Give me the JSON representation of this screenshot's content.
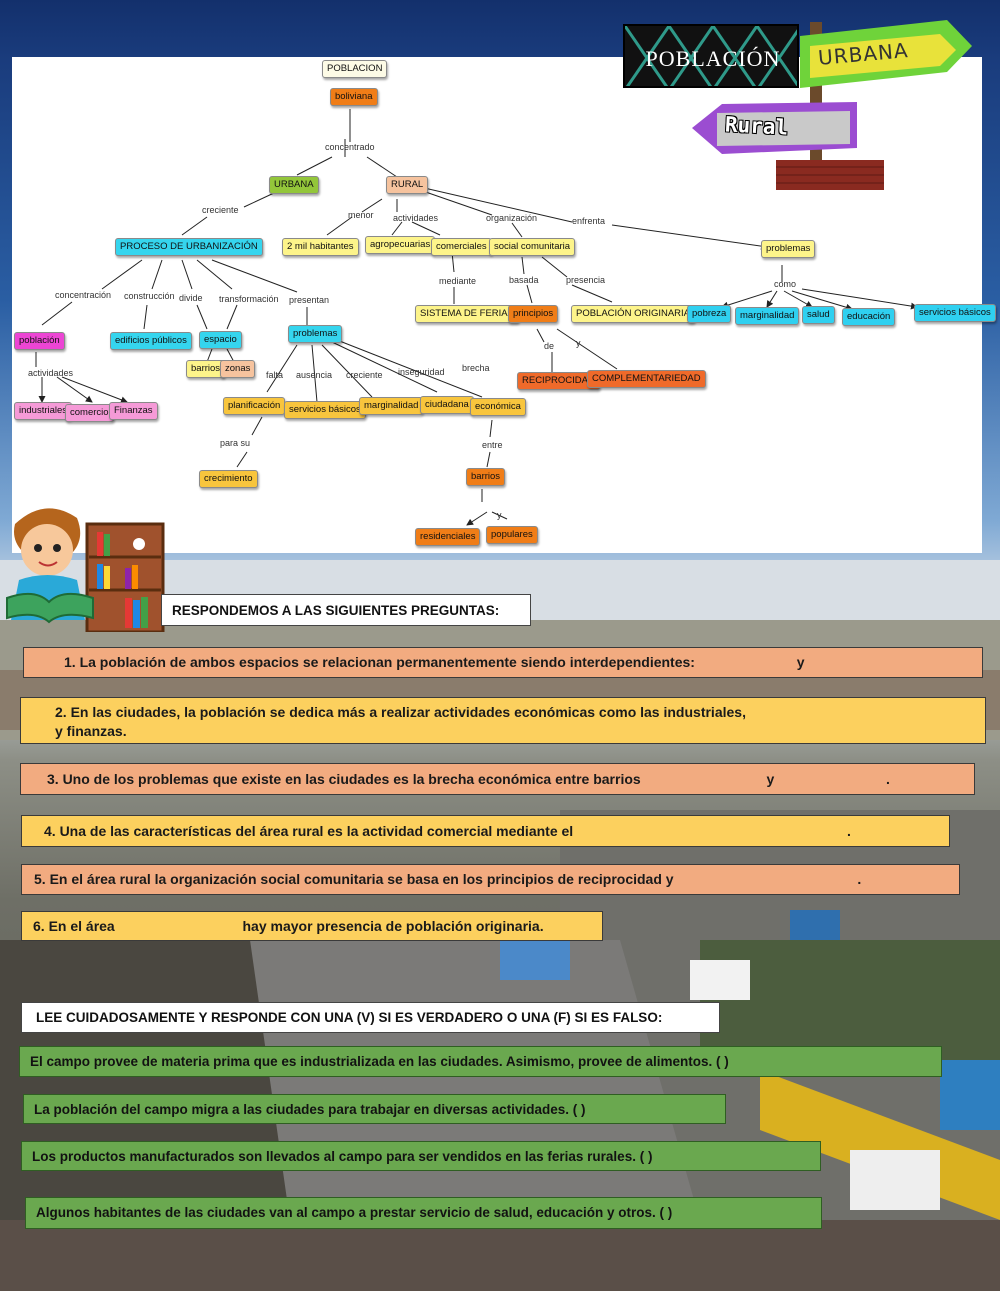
{
  "banner": {
    "title1": "POBLACIÓN",
    "sign_top": "URBANA",
    "sign_bottom": "Rural"
  },
  "concept_map": {
    "root": "POBLACION",
    "root_sub": "boliviana",
    "link_root": "concentrado",
    "urbana": "URBANA",
    "rural": "RURAL",
    "l_creciente": "creciente",
    "proceso": "PROCESO DE URBANIZACIÓN",
    "l_concentracion": "concentración",
    "poblacion": "población",
    "l_actividades": "actividades",
    "industriales": "industriales",
    "comercio": "comercio",
    "finanzas": "Finanzas",
    "l_construccion": "construcción",
    "edificios": "edificios públicos",
    "l_divide": "divide",
    "l_transformacion": "transformación",
    "espacio": "espacio",
    "barrios": "barrios",
    "zonas": "zonas",
    "l_presentan": "presentan",
    "problemas_u": "problemas",
    "l_falta": "falta",
    "planificacion": "planificación",
    "l_para_su": "para su",
    "crecimiento": "crecimiento",
    "l_ausencia": "ausencia",
    "servicios": "servicios básicos",
    "l_creciente2": "creciente",
    "marginalidad": "marginalidad",
    "l_inseguridad": "inseguridad",
    "ciudadana": "ciudadana",
    "l_brecha": "brecha",
    "economica": "económica",
    "l_entre": "entre",
    "barrios2": "barrios",
    "l_y": "y",
    "residenciales": "residenciales",
    "populares": "populares",
    "l_menor": "menor",
    "habitantes": "2 mil habitantes",
    "l_actividades2": "actividades",
    "agropecuarias": "agropecuarias",
    "comerciales": "comerciales",
    "l_mediante": "mediante",
    "ferias": "SISTEMA DE FERIAS",
    "l_organizacion": "organización",
    "social": "social comunitaria",
    "l_basada": "basada",
    "principios": "principios",
    "l_de": "de",
    "l_y2": "y",
    "reciprocidad": "RECIPROCIDAD",
    "complementariedad": "COMPLEMENTARIEDAD",
    "l_presencia": "presencia",
    "originaria": "POBLACIÓN ORIGINARIA",
    "l_enfrenta": "enfrenta",
    "problemas_r": "problemas",
    "l_como": "como",
    "pobreza": "pobreza",
    "marginalidad_r": "marginalidad",
    "salud": "salud",
    "educacion": "educación",
    "servicios_r": "servicios básicos"
  },
  "section1": {
    "heading": "RESPONDEMOS A LAS SIGUIENTES PREGUNTAS:",
    "q1": "1.     La población de ambos espacios se relacionan permanentemente siendo interdependientes:",
    "q1_end": "y",
    "q2_line1": "2.     En las ciudades, la población se dedica más a realizar actividades económicas como las industriales,",
    "q2_line2": "y finanzas.",
    "q3": "3.     Uno de los problemas que existe en las ciudades es la brecha económica entre barrios",
    "q3_mid": "y",
    "q3_end": ".",
    "q4": "4.     Una de las características del área rural es la actividad comercial mediante el",
    "q4_end": ".",
    "q5": "5.     En el área rural la organización social comunitaria se basa en los principios de reciprocidad y",
    "q5_end": ".",
    "q6_start": "6. En el área",
    "q6_end": "hay mayor presencia de población originaria."
  },
  "section2": {
    "heading": "LEE CUIDADOSAMENTE Y RESPONDE CON UNA (V) SI ES VERDADERO O UNA (F) SI ES FALSO:",
    "s1": "El campo provee de materia prima que es industrializada en las ciudades. Asimismo, provee de alimentos.      (          )",
    "s2": "La población del campo migra a las ciudades para trabajar en diversas actividades.   (          )",
    "s3": "Los productos manufacturados son llevados al campo para ser vendidos en las ferias rurales.     (          )",
    "s4": "Algunos habitantes de las ciudades van al campo a prestar servicio de salud, educación y otros. (          )"
  }
}
